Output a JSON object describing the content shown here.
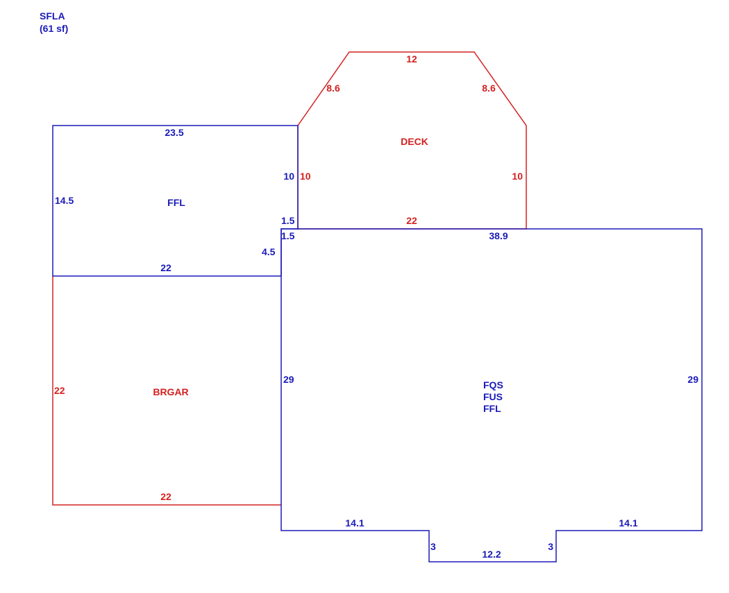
{
  "header": {
    "line1": "SFLA",
    "line2": "(61 sf)"
  },
  "colors": {
    "living": "#1a1ab8",
    "non_living": "#d42020"
  },
  "areas": {
    "ffl_upper": {
      "name": "FFL",
      "dims": {
        "top": "23.5",
        "left": "14.5",
        "right_upper": "10",
        "step_a": "1.5",
        "step_b": "1.5",
        "inner": "4.5",
        "bottom": "22"
      }
    },
    "deck": {
      "name": "DECK",
      "dims": {
        "top": "12",
        "left_diag": "8.6",
        "right_diag": "8.6",
        "left": "10",
        "right": "10",
        "bottom": "22"
      }
    },
    "brgar": {
      "name": "BRGAR",
      "dims": {
        "left": "22",
        "bottom": "22"
      }
    },
    "main": {
      "names": [
        "FQS",
        "FUS",
        "FFL"
      ],
      "dims": {
        "top": "38.9",
        "left": "29",
        "right": "29",
        "bottom_left": "14.1",
        "bottom_right": "14.1",
        "notch_left": "3",
        "notch_right": "3",
        "notch_bottom": "12.2"
      }
    }
  }
}
